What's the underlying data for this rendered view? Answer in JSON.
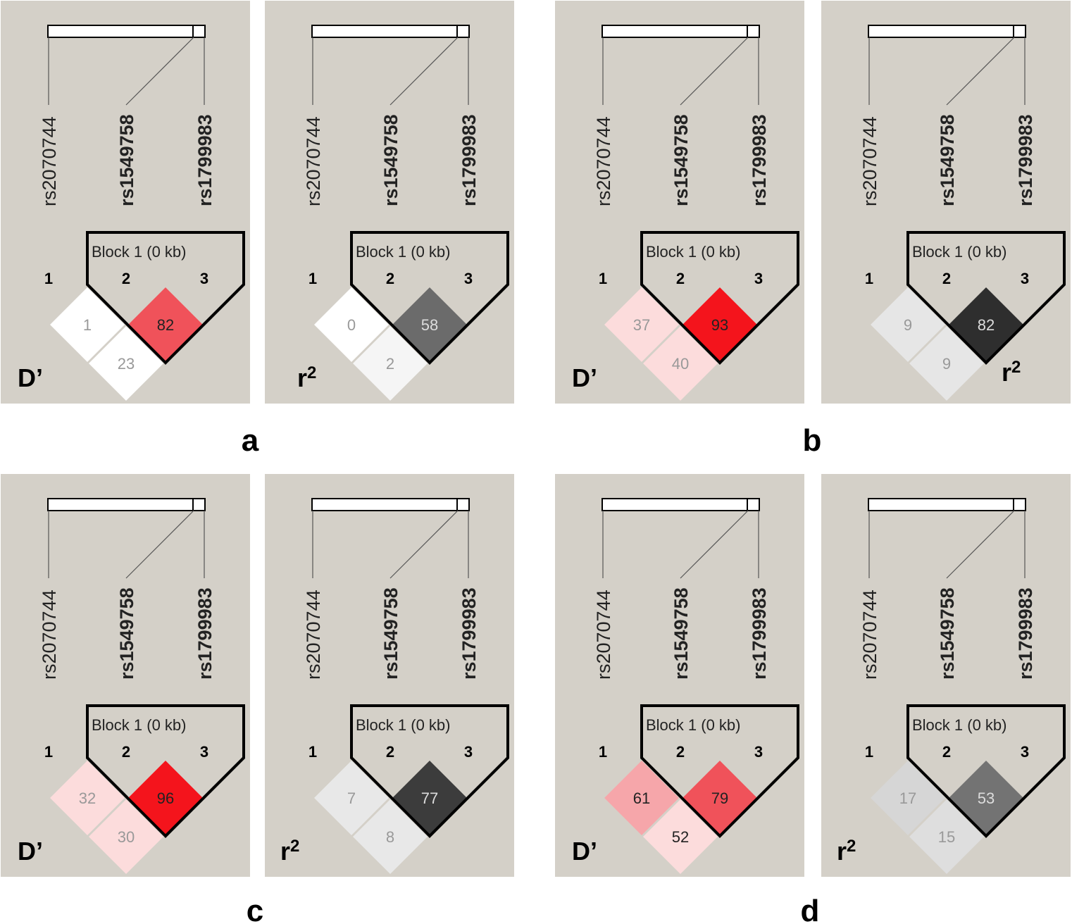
{
  "snps": [
    "rs2070744",
    "rs1549758",
    "rs1799983"
  ],
  "snp_indices": [
    "1",
    "2",
    "3"
  ],
  "block_label": "Block 1 (0 kb)",
  "measures": {
    "d_prime": "D’",
    "r2_base": "r",
    "r2_sup": "2"
  },
  "panels": [
    {
      "group": "a",
      "measure": "dprime",
      "values": {
        "pair12": "1",
        "pair23": "82",
        "pair13": "23"
      },
      "colors": {
        "pair12": "#ffffff",
        "pair23": "#f0525a",
        "pair13": "#ffffff"
      },
      "text_colors": {
        "pair12": "#999",
        "pair23": "#222",
        "pair13": "#999"
      }
    },
    {
      "group": "a",
      "measure": "r2",
      "values": {
        "pair12": "0",
        "pair23": "58",
        "pair13": "2"
      },
      "colors": {
        "pair12": "#ffffff",
        "pair23": "#6b6b6b",
        "pair13": "#f5f5f5"
      },
      "text_colors": {
        "pair12": "#999",
        "pair23": "#ddd",
        "pair13": "#999"
      }
    },
    {
      "group": "b",
      "measure": "dprime",
      "values": {
        "pair12": "37",
        "pair23": "93",
        "pair13": "40"
      },
      "colors": {
        "pair12": "#fcdcdc",
        "pair23": "#f4141c",
        "pair13": "#fcdcdc"
      },
      "text_colors": {
        "pair12": "#999",
        "pair23": "#222",
        "pair13": "#999"
      }
    },
    {
      "group": "b",
      "measure": "r2",
      "values": {
        "pair12": "9",
        "pair23": "82",
        "pair13": "9"
      },
      "colors": {
        "pair12": "#e6e6e6",
        "pair23": "#2e2e2e",
        "pair13": "#e6e6e6"
      },
      "text_colors": {
        "pair12": "#999",
        "pair23": "#ddd",
        "pair13": "#999"
      }
    },
    {
      "group": "c",
      "measure": "dprime",
      "values": {
        "pair12": "32",
        "pair23": "96",
        "pair13": "30"
      },
      "colors": {
        "pair12": "#fcdcdc",
        "pair23": "#f4141c",
        "pair13": "#fcdcdc"
      },
      "text_colors": {
        "pair12": "#999",
        "pair23": "#222",
        "pair13": "#999"
      }
    },
    {
      "group": "c",
      "measure": "r2",
      "values": {
        "pair12": "7",
        "pair23": "77",
        "pair13": "8"
      },
      "colors": {
        "pair12": "#e8e8e8",
        "pair23": "#3c3c3c",
        "pair13": "#e8e8e8"
      },
      "text_colors": {
        "pair12": "#999",
        "pair23": "#ddd",
        "pair13": "#999"
      }
    },
    {
      "group": "d",
      "measure": "dprime",
      "values": {
        "pair12": "61",
        "pair23": "79",
        "pair13": "52"
      },
      "colors": {
        "pair12": "#f6a6aa",
        "pair23": "#f0525a",
        "pair13": "#fcdcdc"
      },
      "text_colors": {
        "pair12": "#222",
        "pair23": "#222",
        "pair13": "#222"
      }
    },
    {
      "group": "d",
      "measure": "r2",
      "values": {
        "pair12": "17",
        "pair23": "53",
        "pair13": "15"
      },
      "colors": {
        "pair12": "#d6d6d6",
        "pair23": "#737373",
        "pair13": "#dedede"
      },
      "text_colors": {
        "pair12": "#999",
        "pair23": "#ddd",
        "pair13": "#999"
      }
    }
  ],
  "group_labels": [
    "a",
    "b",
    "c",
    "d"
  ]
}
